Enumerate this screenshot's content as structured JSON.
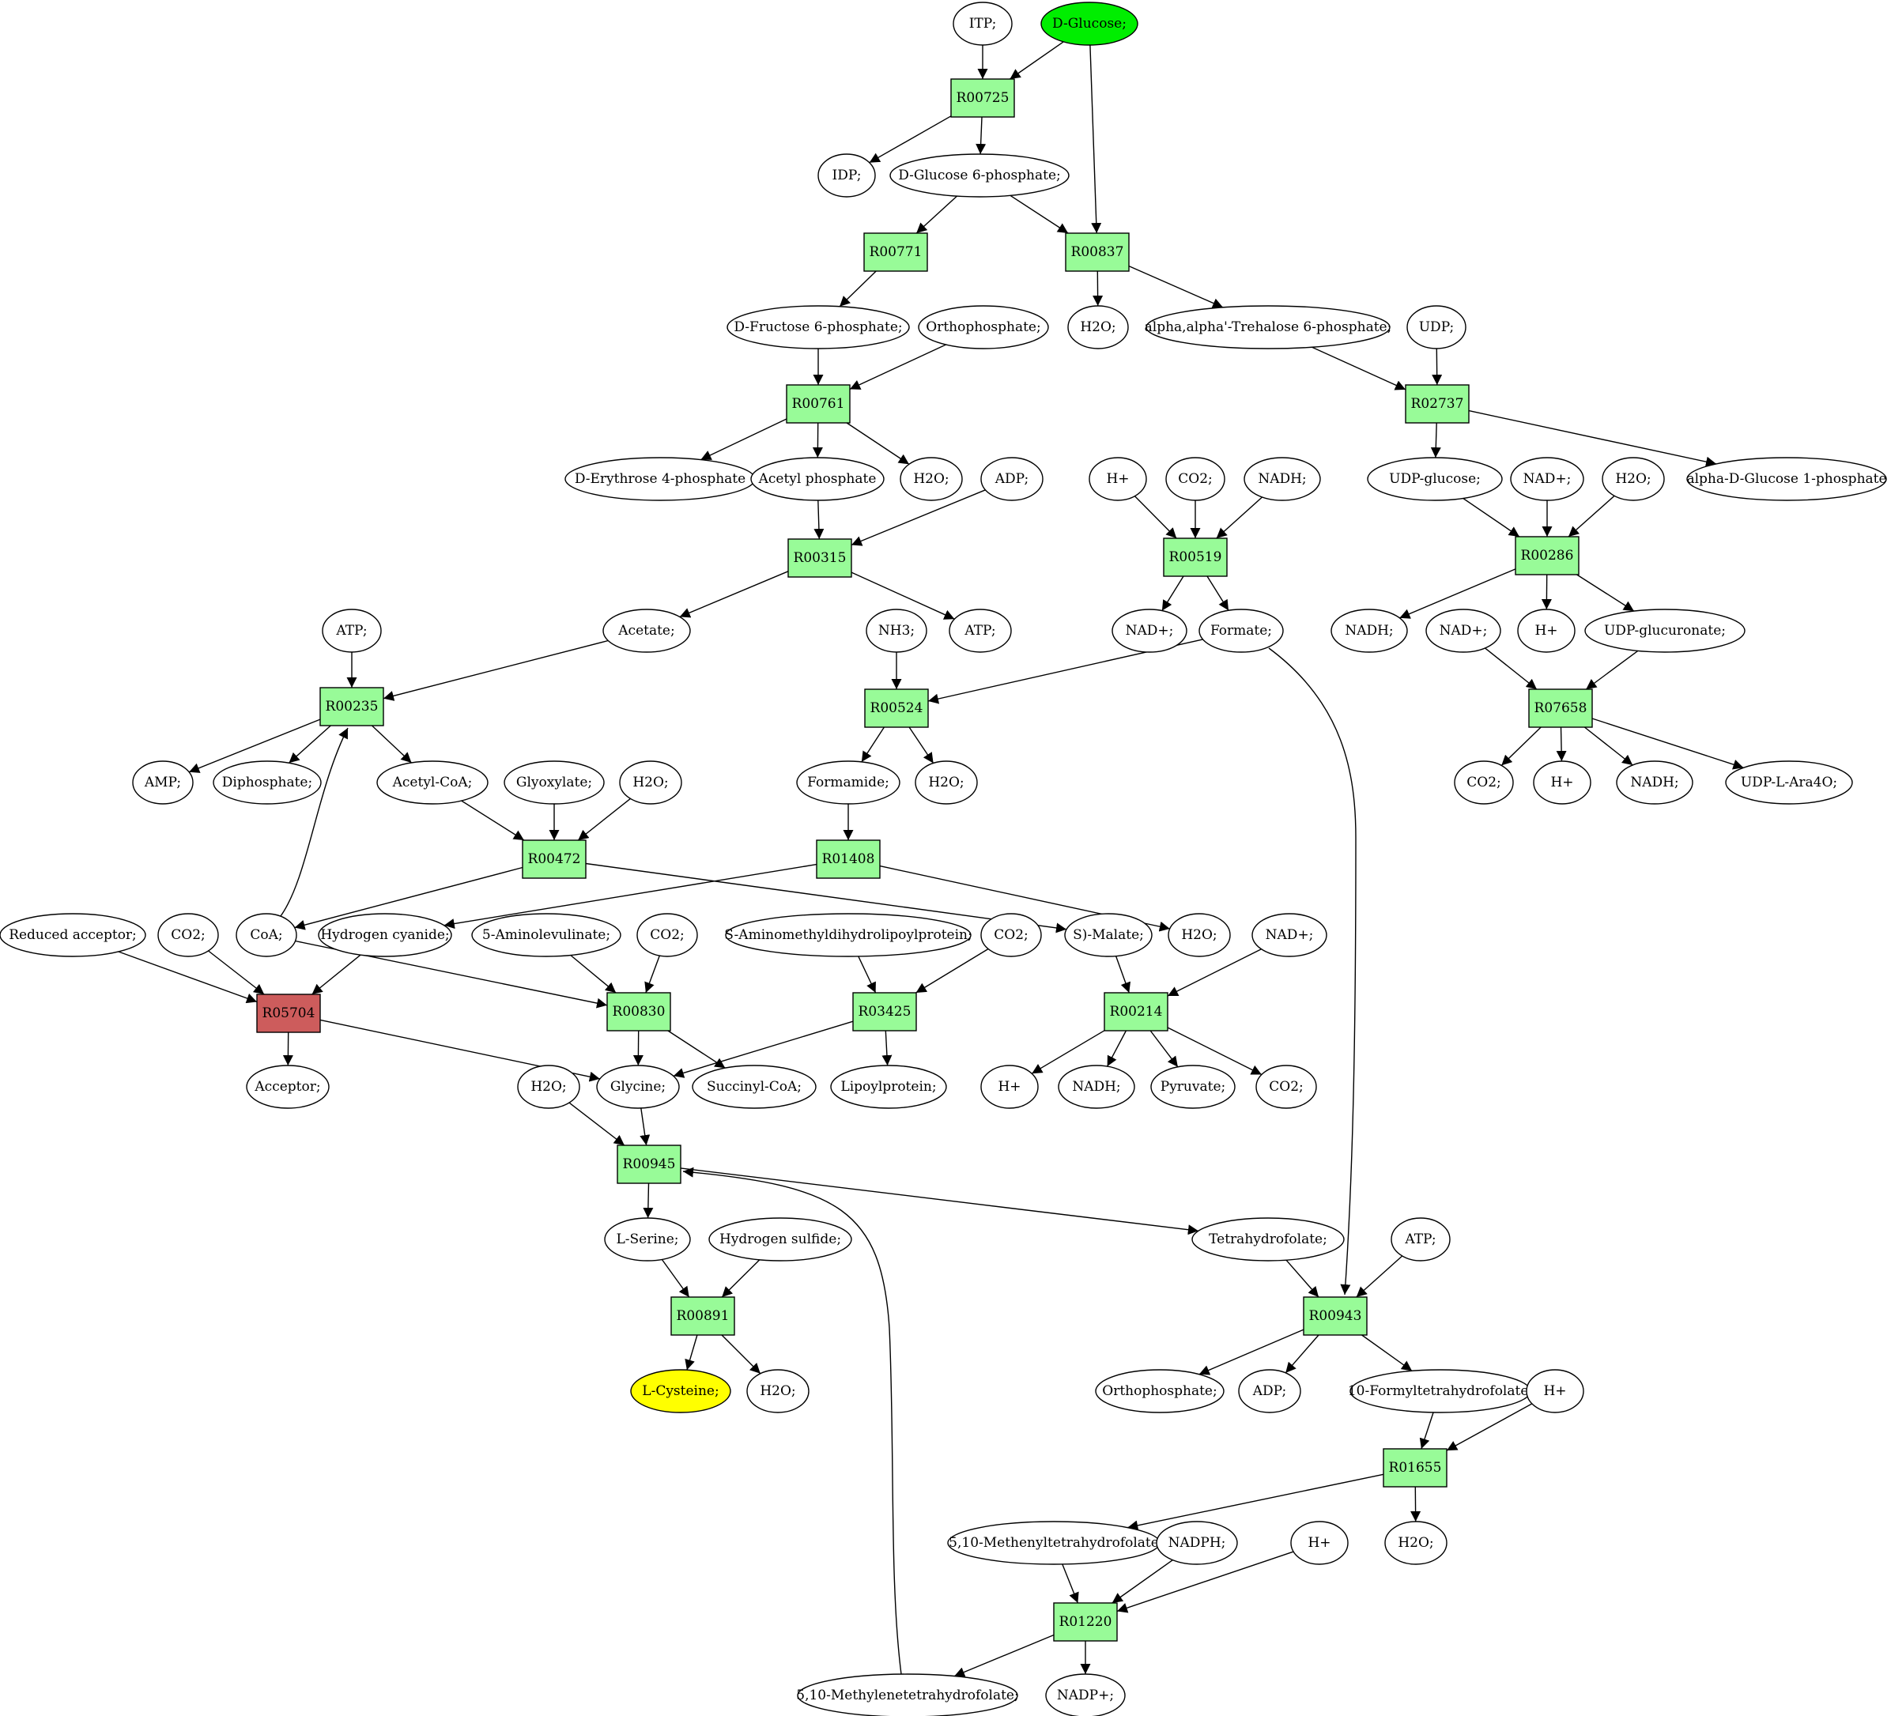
{
  "colors": {
    "reaction_fill": "#98fb98",
    "blocked_reaction_fill": "#cd5c5c",
    "source_fill": "#00ee00",
    "target_fill": "#ffff00",
    "compound_fill": "#ffffff",
    "stroke": "#000000"
  },
  "reactions": [
    {
      "id": "R00725",
      "label": "R00725"
    },
    {
      "id": "R00771",
      "label": "R00771"
    },
    {
      "id": "R00837",
      "label": "R00837"
    },
    {
      "id": "R00761",
      "label": "R00761"
    },
    {
      "id": "R02737",
      "label": "R02737"
    },
    {
      "id": "R00315",
      "label": "R00315"
    },
    {
      "id": "R00519",
      "label": "R00519"
    },
    {
      "id": "R00286",
      "label": "R00286"
    },
    {
      "id": "R00235",
      "label": "R00235"
    },
    {
      "id": "R00524",
      "label": "R00524"
    },
    {
      "id": "R07658",
      "label": "R07658"
    },
    {
      "id": "R00472",
      "label": "R00472"
    },
    {
      "id": "R01408",
      "label": "R01408"
    },
    {
      "id": "R05704",
      "label": "R05704",
      "state": "blocked"
    },
    {
      "id": "R00830",
      "label": "R00830"
    },
    {
      "id": "R03425",
      "label": "R03425"
    },
    {
      "id": "R00214",
      "label": "R00214"
    },
    {
      "id": "R00945",
      "label": "R00945"
    },
    {
      "id": "R00891",
      "label": "R00891"
    },
    {
      "id": "R00943",
      "label": "R00943"
    },
    {
      "id": "R01655",
      "label": "R01655"
    },
    {
      "id": "R01220",
      "label": "R01220"
    }
  ],
  "compounds": [
    {
      "id": "itp",
      "label": "ITP;"
    },
    {
      "id": "d_glucose",
      "label": "D-Glucose;",
      "role": "source"
    },
    {
      "id": "idp",
      "label": "IDP;"
    },
    {
      "id": "g6p",
      "label": "D-Glucose 6-phosphate;"
    },
    {
      "id": "f6p",
      "label": "D-Fructose 6-phosphate;"
    },
    {
      "id": "orthophosphate_1",
      "label": "Orthophosphate;"
    },
    {
      "id": "h2o_1",
      "label": "H2O;"
    },
    {
      "id": "trehalose6p",
      "label": "alpha,alpha'-Trehalose 6-phosphate;"
    },
    {
      "id": "udp",
      "label": "UDP;"
    },
    {
      "id": "e4p",
      "label": "D-Erythrose 4-phosphate"
    },
    {
      "id": "acetyl_phosphate",
      "label": "Acetyl phosphate"
    },
    {
      "id": "h2o_2",
      "label": "H2O;"
    },
    {
      "id": "adp_1",
      "label": "ADP;"
    },
    {
      "id": "h_plus_1",
      "label": "H+"
    },
    {
      "id": "co2_1",
      "label": "CO2;"
    },
    {
      "id": "nadh_1",
      "label": "NADH;"
    },
    {
      "id": "udp_glucose",
      "label": "UDP-glucose;"
    },
    {
      "id": "nad_plus_1",
      "label": "NAD+;"
    },
    {
      "id": "h2o_3",
      "label": "H2O;"
    },
    {
      "id": "alpha_g1p",
      "label": "alpha-D-Glucose 1-phosphate"
    },
    {
      "id": "atp_1",
      "label": "ATP;"
    },
    {
      "id": "acetate",
      "label": "Acetate;"
    },
    {
      "id": "nh3",
      "label": "NH3;"
    },
    {
      "id": "atp_2",
      "label": "ATP;"
    },
    {
      "id": "nad_plus_2",
      "label": "NAD+;"
    },
    {
      "id": "formate",
      "label": "Formate;"
    },
    {
      "id": "nadh_2",
      "label": "NADH;"
    },
    {
      "id": "nad_plus_3",
      "label": "NAD+;"
    },
    {
      "id": "h_plus_2",
      "label": "H+"
    },
    {
      "id": "udp_glucuronate",
      "label": "UDP-glucuronate;"
    },
    {
      "id": "amp",
      "label": "AMP;"
    },
    {
      "id": "diphosphate",
      "label": "Diphosphate;"
    },
    {
      "id": "acetyl_coa",
      "label": "Acetyl-CoA;"
    },
    {
      "id": "glyoxylate",
      "label": "Glyoxylate;"
    },
    {
      "id": "h2o_4",
      "label": "H2O;"
    },
    {
      "id": "formamide",
      "label": "Formamide;"
    },
    {
      "id": "h2o_5",
      "label": "H2O;"
    },
    {
      "id": "co2_2",
      "label": "CO2;"
    },
    {
      "id": "h_plus_3",
      "label": "H+"
    },
    {
      "id": "nadh_3",
      "label": "NADH;"
    },
    {
      "id": "udp_ara4o",
      "label": "UDP-L-Ara4O;"
    },
    {
      "id": "reduced_acceptor",
      "label": "Reduced acceptor;"
    },
    {
      "id": "co2_3",
      "label": "CO2;"
    },
    {
      "id": "coa",
      "label": "CoA;"
    },
    {
      "id": "hcn",
      "label": "Hydrogen cyanide;"
    },
    {
      "id": "aminolevulinate",
      "label": "5-Aminolevulinate;"
    },
    {
      "id": "co2_4",
      "label": "CO2;"
    },
    {
      "id": "s_amdhlp",
      "label": "S-Aminomethyldihydrolipoylprotein;"
    },
    {
      "id": "co2_5",
      "label": "CO2;"
    },
    {
      "id": "s_malate",
      "label": "S)-Malate;"
    },
    {
      "id": "h2o_6",
      "label": "H2O;"
    },
    {
      "id": "nad_plus_4",
      "label": "NAD+;"
    },
    {
      "id": "acceptor",
      "label": "Acceptor;"
    },
    {
      "id": "h2o_7",
      "label": "H2O;"
    },
    {
      "id": "glycine",
      "label": "Glycine;"
    },
    {
      "id": "succinyl_coa",
      "label": "Succinyl-CoA;"
    },
    {
      "id": "lipoylprotein",
      "label": "Lipoylprotein;"
    },
    {
      "id": "h_plus_4",
      "label": "H+"
    },
    {
      "id": "nadh_4",
      "label": "NADH;"
    },
    {
      "id": "pyruvate",
      "label": "Pyruvate;"
    },
    {
      "id": "co2_6",
      "label": "CO2;"
    },
    {
      "id": "l_serine",
      "label": "L-Serine;"
    },
    {
      "id": "hydrogen_sulfide",
      "label": "Hydrogen sulfide;"
    },
    {
      "id": "thf",
      "label": "Tetrahydrofolate;"
    },
    {
      "id": "atp_3",
      "label": "ATP;"
    },
    {
      "id": "l_cysteine",
      "label": "L-Cysteine;",
      "role": "target"
    },
    {
      "id": "h2o_8",
      "label": "H2O;"
    },
    {
      "id": "orthophosphate_2",
      "label": "Orthophosphate;"
    },
    {
      "id": "adp_2",
      "label": "ADP;"
    },
    {
      "id": "formyl_thf",
      "label": "10-Formyltetrahydrofolate;"
    },
    {
      "id": "h_plus_5",
      "label": "H+"
    },
    {
      "id": "h2o_9",
      "label": "H2O;"
    },
    {
      "id": "methenyl_thf",
      "label": "5,10-Methenyltetrahydrofolate"
    },
    {
      "id": "nadph",
      "label": "NADPH;"
    },
    {
      "id": "h_plus_6",
      "label": "H+"
    },
    {
      "id": "methylene_thf",
      "label": "5,10-Methylenetetrahydrofolate;"
    },
    {
      "id": "nadp_plus",
      "label": "NADP+;"
    }
  ],
  "edges": [
    {
      "from": "itp",
      "to": "R00725"
    },
    {
      "from": "d_glucose",
      "to": "R00725"
    },
    {
      "from": "d_glucose",
      "to": "R00837"
    },
    {
      "from": "R00725",
      "to": "idp"
    },
    {
      "from": "R00725",
      "to": "g6p"
    },
    {
      "from": "g6p",
      "to": "R00771"
    },
    {
      "from": "g6p",
      "to": "R00837"
    },
    {
      "from": "R00771",
      "to": "f6p"
    },
    {
      "from": "R00837",
      "to": "h2o_1"
    },
    {
      "from": "R00837",
      "to": "trehalose6p"
    },
    {
      "from": "f6p",
      "to": "R00761"
    },
    {
      "from": "orthophosphate_1",
      "to": "R00761"
    },
    {
      "from": "trehalose6p",
      "to": "R02737"
    },
    {
      "from": "udp",
      "to": "R02737"
    },
    {
      "from": "R00761",
      "to": "e4p"
    },
    {
      "from": "R00761",
      "to": "acetyl_phosphate"
    },
    {
      "from": "R00761",
      "to": "h2o_2"
    },
    {
      "from": "R02737",
      "to": "udp_glucose"
    },
    {
      "from": "R02737",
      "to": "alpha_g1p"
    },
    {
      "from": "acetyl_phosphate",
      "to": "R00315"
    },
    {
      "from": "adp_1",
      "to": "R00315"
    },
    {
      "from": "h_plus_1",
      "to": "R00519"
    },
    {
      "from": "co2_1",
      "to": "R00519"
    },
    {
      "from": "nadh_1",
      "to": "R00519"
    },
    {
      "from": "udp_glucose",
      "to": "R00286"
    },
    {
      "from": "nad_plus_1",
      "to": "R00286"
    },
    {
      "from": "h2o_3",
      "to": "R00286"
    },
    {
      "from": "R00315",
      "to": "acetate"
    },
    {
      "from": "R00315",
      "to": "atp_2"
    },
    {
      "from": "R00519",
      "to": "nad_plus_2"
    },
    {
      "from": "R00519",
      "to": "formate"
    },
    {
      "from": "R00286",
      "to": "nadh_2"
    },
    {
      "from": "R00286",
      "to": "h_plus_2"
    },
    {
      "from": "R00286",
      "to": "udp_glucuronate"
    },
    {
      "from": "atp_1",
      "to": "R00235"
    },
    {
      "from": "acetate",
      "to": "R00235"
    },
    {
      "from": "nh3",
      "to": "R00524"
    },
    {
      "from": "formate",
      "to": "R00524"
    },
    {
      "from": "formate",
      "to": "R00943"
    },
    {
      "from": "nad_plus_3",
      "to": "R07658"
    },
    {
      "from": "udp_glucuronate",
      "to": "R07658"
    },
    {
      "from": "R00235",
      "to": "amp"
    },
    {
      "from": "R00235",
      "to": "diphosphate"
    },
    {
      "from": "R00235",
      "to": "acetyl_coa"
    },
    {
      "from": "R00524",
      "to": "formamide"
    },
    {
      "from": "R00524",
      "to": "h2o_5"
    },
    {
      "from": "R07658",
      "to": "co2_2"
    },
    {
      "from": "R07658",
      "to": "h_plus_3"
    },
    {
      "from": "R07658",
      "to": "nadh_3"
    },
    {
      "from": "R07658",
      "to": "udp_ara4o"
    },
    {
      "from": "acetyl_coa",
      "to": "R00472"
    },
    {
      "from": "glyoxylate",
      "to": "R00472"
    },
    {
      "from": "h2o_4",
      "to": "R00472"
    },
    {
      "from": "formamide",
      "to": "R01408"
    },
    {
      "from": "R00472",
      "to": "coa"
    },
    {
      "from": "R00472",
      "to": "s_malate"
    },
    {
      "from": "R01408",
      "to": "hcn"
    },
    {
      "from": "R01408",
      "to": "h2o_6"
    },
    {
      "from": "coa",
      "to": "R00235"
    },
    {
      "from": "coa",
      "to": "R00830"
    },
    {
      "from": "reduced_acceptor",
      "to": "R05704"
    },
    {
      "from": "co2_3",
      "to": "R05704"
    },
    {
      "from": "hcn",
      "to": "R05704"
    },
    {
      "from": "aminolevulinate",
      "to": "R00830"
    },
    {
      "from": "co2_4",
      "to": "R00830"
    },
    {
      "from": "s_amdhlp",
      "to": "R03425"
    },
    {
      "from": "co2_5",
      "to": "R03425"
    },
    {
      "from": "s_malate",
      "to": "R00214"
    },
    {
      "from": "nad_plus_4",
      "to": "R00214"
    },
    {
      "from": "R05704",
      "to": "acceptor"
    },
    {
      "from": "R05704",
      "to": "glycine"
    },
    {
      "from": "R00830",
      "to": "glycine"
    },
    {
      "from": "R00830",
      "to": "succinyl_coa"
    },
    {
      "from": "R03425",
      "to": "glycine"
    },
    {
      "from": "R03425",
      "to": "lipoylprotein"
    },
    {
      "from": "R00214",
      "to": "h_plus_4"
    },
    {
      "from": "R00214",
      "to": "nadh_4"
    },
    {
      "from": "R00214",
      "to": "pyruvate"
    },
    {
      "from": "R00214",
      "to": "co2_6"
    },
    {
      "from": "h2o_7",
      "to": "R00945"
    },
    {
      "from": "glycine",
      "to": "R00945"
    },
    {
      "from": "R00945",
      "to": "l_serine"
    },
    {
      "from": "R00945",
      "to": "thf"
    },
    {
      "from": "methylene_thf",
      "to": "R00945"
    },
    {
      "from": "l_serine",
      "to": "R00891"
    },
    {
      "from": "hydrogen_sulfide",
      "to": "R00891"
    },
    {
      "from": "R00891",
      "to": "l_cysteine"
    },
    {
      "from": "R00891",
      "to": "h2o_8"
    },
    {
      "from": "thf",
      "to": "R00943"
    },
    {
      "from": "atp_3",
      "to": "R00943"
    },
    {
      "from": "R00943",
      "to": "orthophosphate_2"
    },
    {
      "from": "R00943",
      "to": "adp_2"
    },
    {
      "from": "R00943",
      "to": "formyl_thf"
    },
    {
      "from": "formyl_thf",
      "to": "R01655"
    },
    {
      "from": "h_plus_5",
      "to": "R01655"
    },
    {
      "from": "R01655",
      "to": "methenyl_thf"
    },
    {
      "from": "R01655",
      "to": "h2o_9"
    },
    {
      "from": "methenyl_thf",
      "to": "R01220"
    },
    {
      "from": "nadph",
      "to": "R01220"
    },
    {
      "from": "h_plus_6",
      "to": "R01220"
    },
    {
      "from": "R01220",
      "to": "methylene_thf"
    },
    {
      "from": "R01220",
      "to": "nadp_plus"
    }
  ]
}
